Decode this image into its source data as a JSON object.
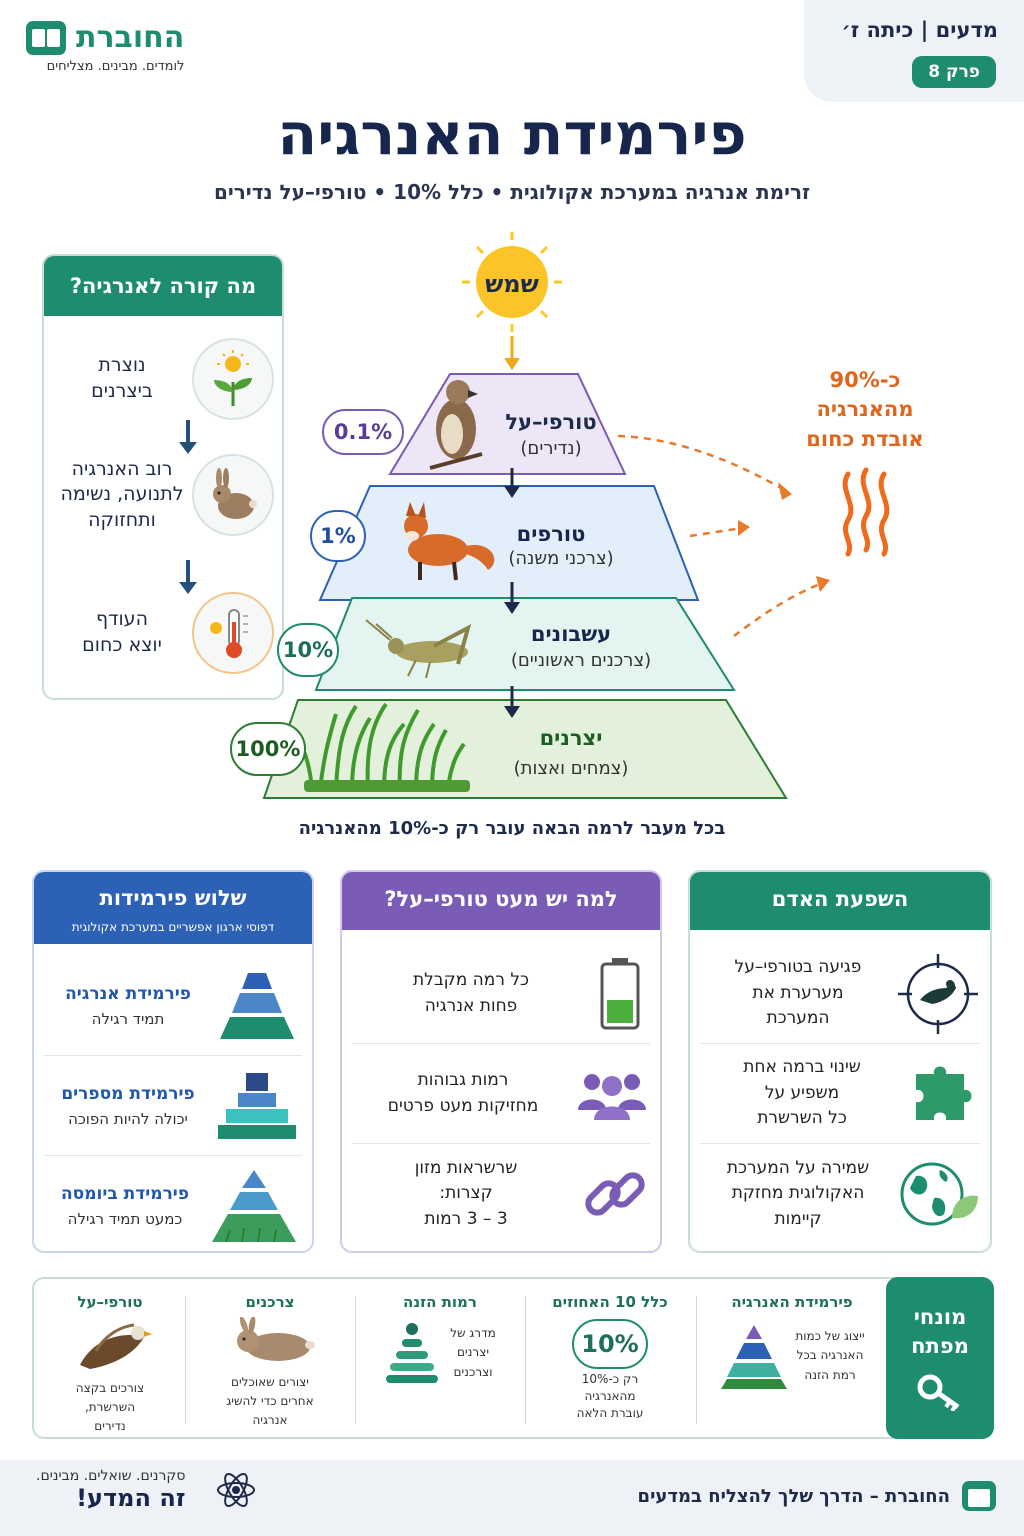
{
  "header": {
    "subject": "מדעים | כיתה ז׳",
    "chapter": "פרק 8",
    "brand": "החוברת",
    "slogan": "לומדים. מבינים. מצליחים"
  },
  "title": "פירמידת האנרגיה",
  "subtitle": "זרימת אנרגיה במערכת אקולוגית • כלל 10% • טורפי–על נדירים",
  "energy_flow": {
    "title": "מה קורה לאנרגיה?",
    "steps": [
      {
        "text": "נוצרת\nביצרנים",
        "icon": "plant-sun-icon"
      },
      {
        "text": "רוב האנרגיה\nלתנועה, נשימה\nותחזוקה",
        "icon": "rabbit-icon"
      },
      {
        "text": "העודף\nיוצא כחום",
        "icon": "thermometer-icon"
      }
    ]
  },
  "pyramid": {
    "sun": "שמש",
    "levels": [
      {
        "title": "טורפי–על",
        "sub": "(נדירים)",
        "percent": "0.1%",
        "color": "#ece6f7",
        "accent": "#7a5bb6"
      },
      {
        "title": "טורפים",
        "sub": "(צרכני משנה)",
        "percent": "1%",
        "color": "#e3eefb",
        "accent": "#2c61b5"
      },
      {
        "title": "עשבונים",
        "sub": "(צרכנים ראשוניים)",
        "percent": "10%",
        "color": "#e4f4f1",
        "accent": "#1e8c6e"
      },
      {
        "title": "יצרנים",
        "sub": "(צמחים ואצות)",
        "percent": "100%",
        "color": "#e3f1dc",
        "accent": "#2e7d32"
      }
    ],
    "heat_loss": "כ-90%\nמהאנרגיה\nאובדת כחום",
    "rule": "בכל מעבר לרמה הבאה עובר רק כ-10% מהאנרגיה"
  },
  "three_pyramids": {
    "title": "שלוש פירמידות",
    "subtitle": "דפוסי ארגון אפשריים במערכת אקולוגית",
    "items": [
      {
        "title": "פירמידת אנרגיה",
        "sub": "תמיד רגילה"
      },
      {
        "title": "פירמידת מספרים",
        "sub": "יכולה להיות הפוכה"
      },
      {
        "title": "פירמידת ביומסה",
        "sub": "כמעט תמיד רגילה"
      }
    ]
  },
  "why_few": {
    "title": "למה יש מעט טורפי–על?",
    "items": [
      {
        "text": "כל רמה מקבלת\nפחות אנרגיה",
        "icon": "battery-icon"
      },
      {
        "text": "רמות גבוהות\nמחזיקות מעט פרטים",
        "icon": "people-icon"
      },
      {
        "text": "שרשראות מזון\nקצרות:\n3 – 3 רמות",
        "icon": "chain-icon"
      }
    ]
  },
  "human_impact": {
    "title": "השפעת האדם",
    "items": [
      {
        "text": "פגיעה בטורפי–על\nמערערת את\nהמערכת",
        "icon": "target-bird-icon"
      },
      {
        "text": "שינוי ברמה אחת\nמשפיע על\nכל השרשרת",
        "icon": "puzzle-icon"
      },
      {
        "text": "שמירה על המערכת\nהאקולוגית מחזקת\nקיימות",
        "icon": "globe-leaf-icon"
      }
    ]
  },
  "key_terms": {
    "label": "מונחי\nמפתח",
    "terms": [
      {
        "title": "פירמידת האנרגיה",
        "desc": "ייצוג של כמות\nהאנרגיה בכל\nרמת הזנה"
      },
      {
        "title": "כלל 10 האחוזים",
        "badge": "10%",
        "desc": "רק כ-10%\nמהאנרגיה\nעוברת הלאה"
      },
      {
        "title": "רמות הזנה",
        "desc": "מדרג של\nיצרנים\nוצרכנים"
      },
      {
        "title": "צרכנים",
        "desc": "יצורים שאוכלים\nאחרים כדי להשיג\nאנרגיה"
      },
      {
        "title": "טורפי–על",
        "desc": "צורכים בקצה\nהשרשרת,\nנדירים"
      }
    ]
  },
  "footer": {
    "tagline": "החוברת – הדרך שלך להצליח במדעים",
    "small": "סקרנים. שואלים. מבינים.",
    "big": "זה המדע!"
  }
}
